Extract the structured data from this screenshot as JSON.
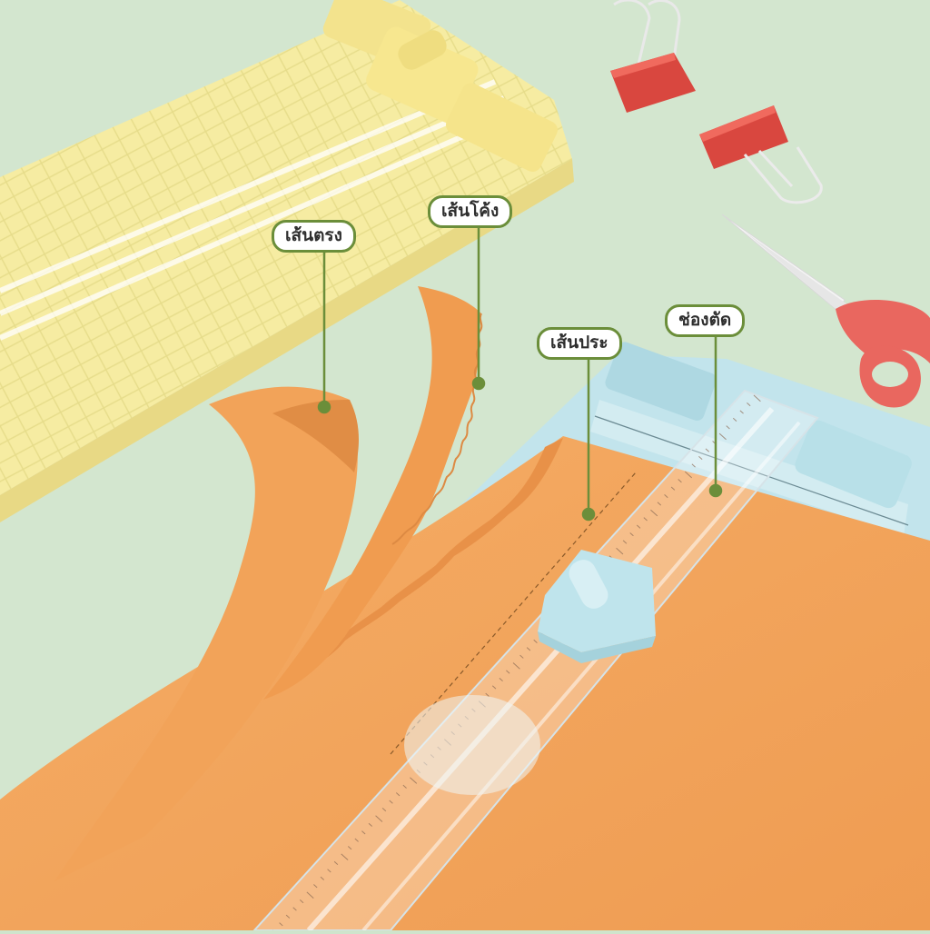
{
  "colors": {
    "background": "#cfe4cc",
    "yellow_trimmer": "#f7efa6",
    "blue_trimmer": "#bfe3ea",
    "paper": "#f2a55e",
    "callout_border": "#6b8e3a",
    "leader_line": "#6b8e3a",
    "binder_clip": "#d9473f",
    "scissors_handle": "#e9675f"
  },
  "callouts": {
    "straight": "เส้นตรง",
    "curve": "เส้นโค้ง",
    "dotted": "เส้นประ",
    "cut_slot": "ช่องตัด"
  },
  "icons": {
    "yellow_trimmer": "paper-trimmer-yellow",
    "blue_trimmer": "paper-trimmer-blue",
    "binder_clips": "binder-clip",
    "scissors": "scissors"
  }
}
